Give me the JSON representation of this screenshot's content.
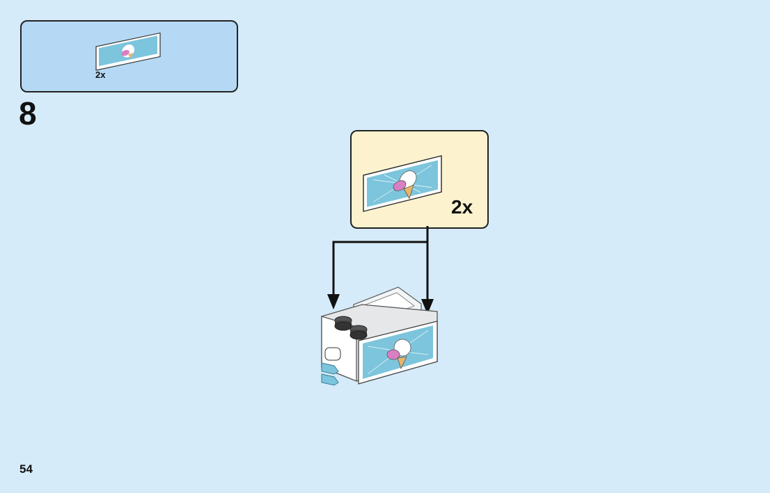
{
  "parts_needed": {
    "quantity": "2x",
    "part_icon": "ice-cream-tile-icon"
  },
  "step": {
    "number": "8"
  },
  "callout": {
    "quantity": "2x",
    "part_icon": "ice-cream-tile-icon"
  },
  "assembly": {
    "model_icon": "ice-cream-cart-model-icon",
    "arrow_icon": "placement-arrow-icon"
  },
  "page": {
    "number": "54"
  },
  "colors": {
    "background": "#d5ebf9",
    "parts_box": "#b5d9f4",
    "callout_box": "#fcf3ce",
    "tile_blue": "#7cc5dc"
  }
}
